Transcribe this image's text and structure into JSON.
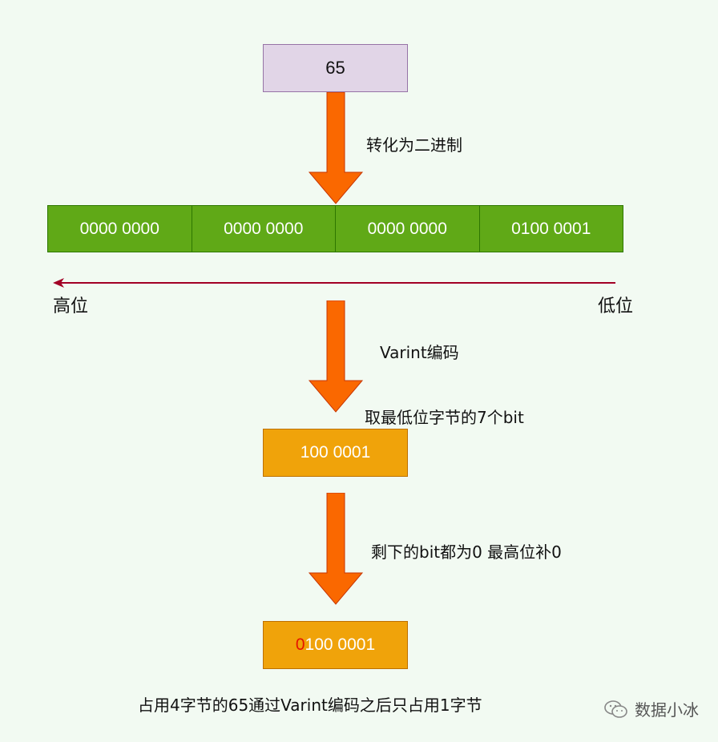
{
  "decimal_value": "65",
  "step1_label": "转化为二进制",
  "bytes": [
    "0000 0000",
    "0000 0000",
    "0000 0000",
    "0100 0001"
  ],
  "direction": {
    "high": "高位",
    "low": "低位"
  },
  "step2_label": "Varint编码",
  "step3_label": "取最低位字节的7个bit",
  "seven_bits": "100 0001",
  "step4_label": "剩下的bit都为0 最高位补0",
  "final_first_bit": "0",
  "final_rest": "100 0001",
  "summary": "占用4字节的65通过Varint编码之后只占用1字节",
  "watermark": "数据小冰",
  "colors": {
    "purple_box": "#e1d5e7",
    "green_bytes": "#60a917",
    "orange_box": "#f0a30a",
    "arrow_fill": "#fa6800",
    "direction_arrow": "#a20025",
    "highlight_digit": "#e51400"
  }
}
